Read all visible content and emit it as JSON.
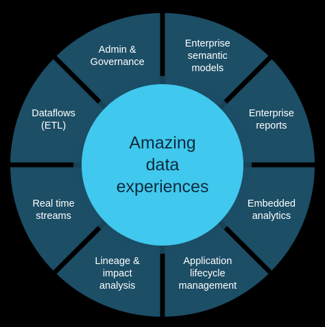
{
  "center": {
    "lines": [
      "Amazing",
      "data",
      "experiences"
    ]
  },
  "segments": [
    {
      "lines": [
        "Enterprise",
        "semantic",
        "models"
      ]
    },
    {
      "lines": [
        "Enterprise",
        "reports"
      ]
    },
    {
      "lines": [
        "Embedded",
        "analytics"
      ]
    },
    {
      "lines": [
        "Application",
        "lifecycle",
        "management"
      ]
    },
    {
      "lines": [
        "Lineage &",
        "impact",
        "analysis"
      ]
    },
    {
      "lines": [
        "Real time",
        "streams"
      ]
    },
    {
      "lines": [
        "Dataflows",
        "(ETL)"
      ]
    },
    {
      "lines": [
        "Admin &",
        "Governance"
      ]
    }
  ],
  "colors": {
    "background": "#000000",
    "segment_fill": "#1c4e66",
    "divider": "#000000",
    "center_fill": "#40c8ee",
    "center_text": "#0d2b3d",
    "segment_text": "#ffffff"
  }
}
